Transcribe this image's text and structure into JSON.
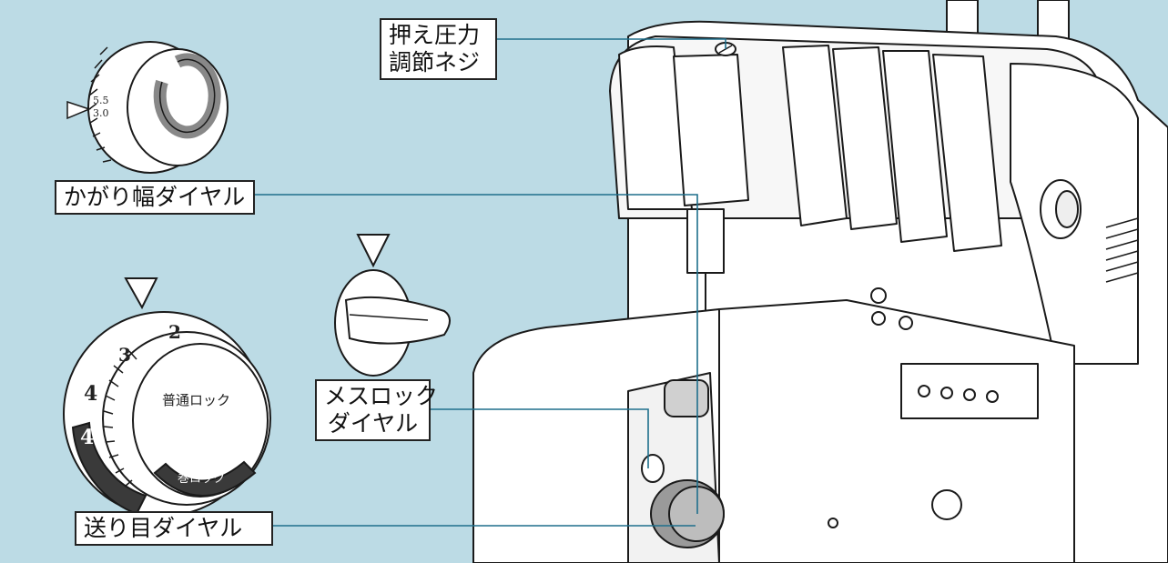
{
  "labels": {
    "presser": [
      "押え圧力",
      "調節ネジ"
    ],
    "width_dial": "かがり幅ダイヤル",
    "knife_dial": [
      "メスロック",
      "ダイヤル"
    ],
    "feed_dial": "送り目ダイヤル"
  },
  "dials": {
    "width_scale": [
      "5.5",
      "3.0"
    ],
    "feed_numbers": [
      "2",
      "3",
      "4",
      "4"
    ],
    "feed_band_top": "普通ロック",
    "feed_band_bottom": "巻ロック"
  },
  "colors": {
    "background": "#bcdbe5",
    "line": "#1e6f8c",
    "machine_fill": "#ffffff",
    "outline": "#1a1a1a"
  }
}
